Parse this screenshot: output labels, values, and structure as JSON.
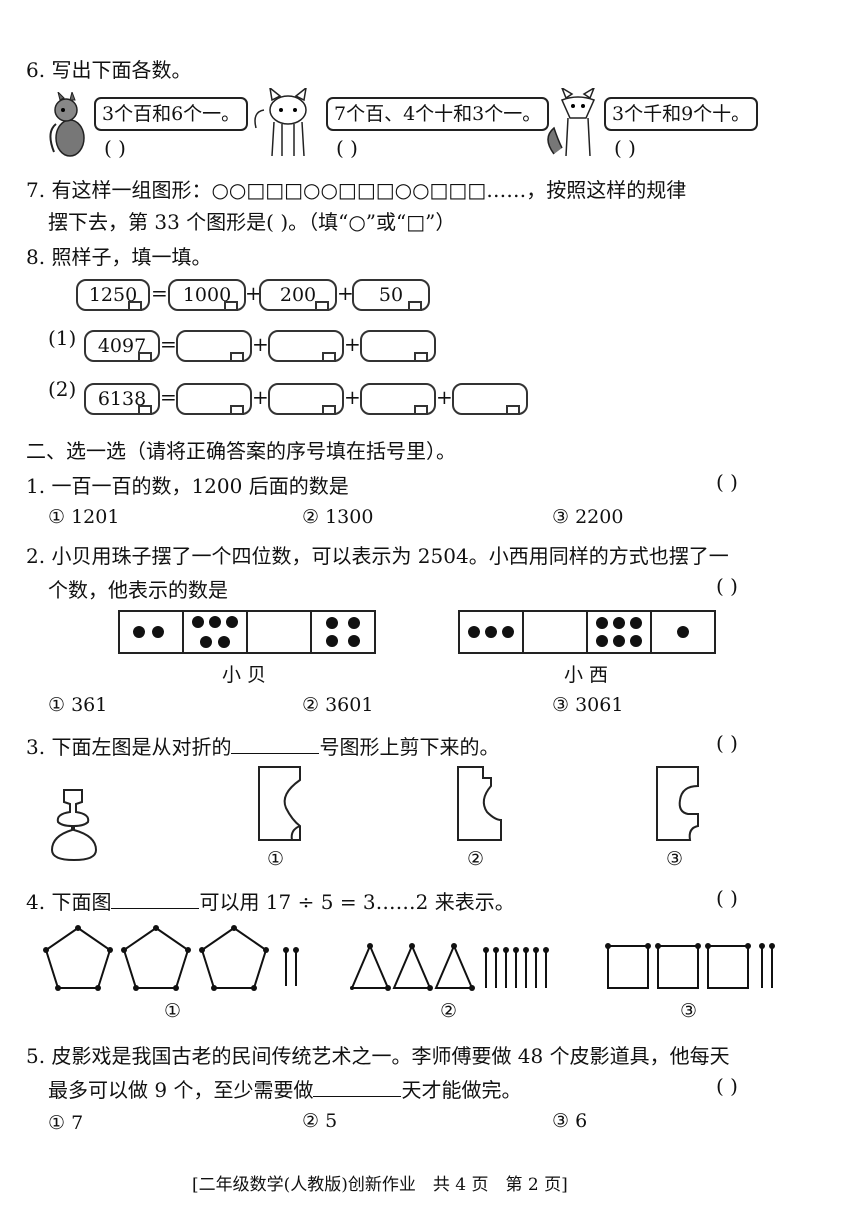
{
  "q6": {
    "title": "6. 写出下面各数。",
    "bubbles": [
      "3个百和6个一。",
      "7个百、4个十和3个一。",
      "3个千和9个十。"
    ],
    "answer_paren": "(        )"
  },
  "q7": {
    "line1": "7. 有这样一组图形：○○□□□○○□□□○○□□□……，按照这样的规律",
    "line2": "摆下去，第 33 个图形是(          )。（填“○”或“□”）"
  },
  "q8": {
    "title": "8. 照样子，填一填。",
    "example": {
      "total": "1250",
      "parts": [
        "1000",
        "200",
        "50"
      ]
    },
    "row1": {
      "label": "(1)",
      "total": "4097"
    },
    "row2": {
      "label": "(2)",
      "total": "6138"
    },
    "eq": "=",
    "plus": "+"
  },
  "section2": {
    "title": "二、选一选（请将正确答案的序号填在括号里）。"
  },
  "s1": {
    "stem": "1. 一百一百的数，1200 后面的数是",
    "paren": "(      )",
    "options": [
      "① 1201",
      "② 1300",
      "③ 2200"
    ]
  },
  "s2": {
    "line1": "2. 小贝用珠子摆了一个四位数，可以表示为 2504。小西用同样的方式也摆了一",
    "line2": "个数，他表示的数是",
    "paren": "(      )",
    "label_a": "小 贝",
    "label_b": "小 西",
    "beads_a": [
      2,
      5,
      0,
      4
    ],
    "beads_b": [
      3,
      0,
      6,
      1
    ],
    "options": [
      "① 361",
      "② 3601",
      "③ 3061"
    ]
  },
  "s3": {
    "stem_a": "3. 下面左图是从对折的",
    "stem_b": "号图形上剪下来的。",
    "paren": "(      )",
    "labels": [
      "①",
      "②",
      "③"
    ]
  },
  "s4": {
    "stem_a": "4. 下面图",
    "stem_b": "可以用 17 ÷ 5 = 3……2 来表示。",
    "paren": "(      )",
    "labels": [
      "①",
      "②",
      "③"
    ]
  },
  "s5": {
    "line1": "5. 皮影戏是我国古老的民间传统艺术之一。李师傅要做 48 个皮影道具，他每天",
    "line2_a": "最多可以做 9 个，至少需要做",
    "line2_b": "天才能做完。",
    "paren": "(      )",
    "options": [
      "① 7",
      "② 5",
      "③ 6"
    ]
  },
  "footer": "[二年级数学(人教版)创新作业　共 4 页　第 2 页]"
}
